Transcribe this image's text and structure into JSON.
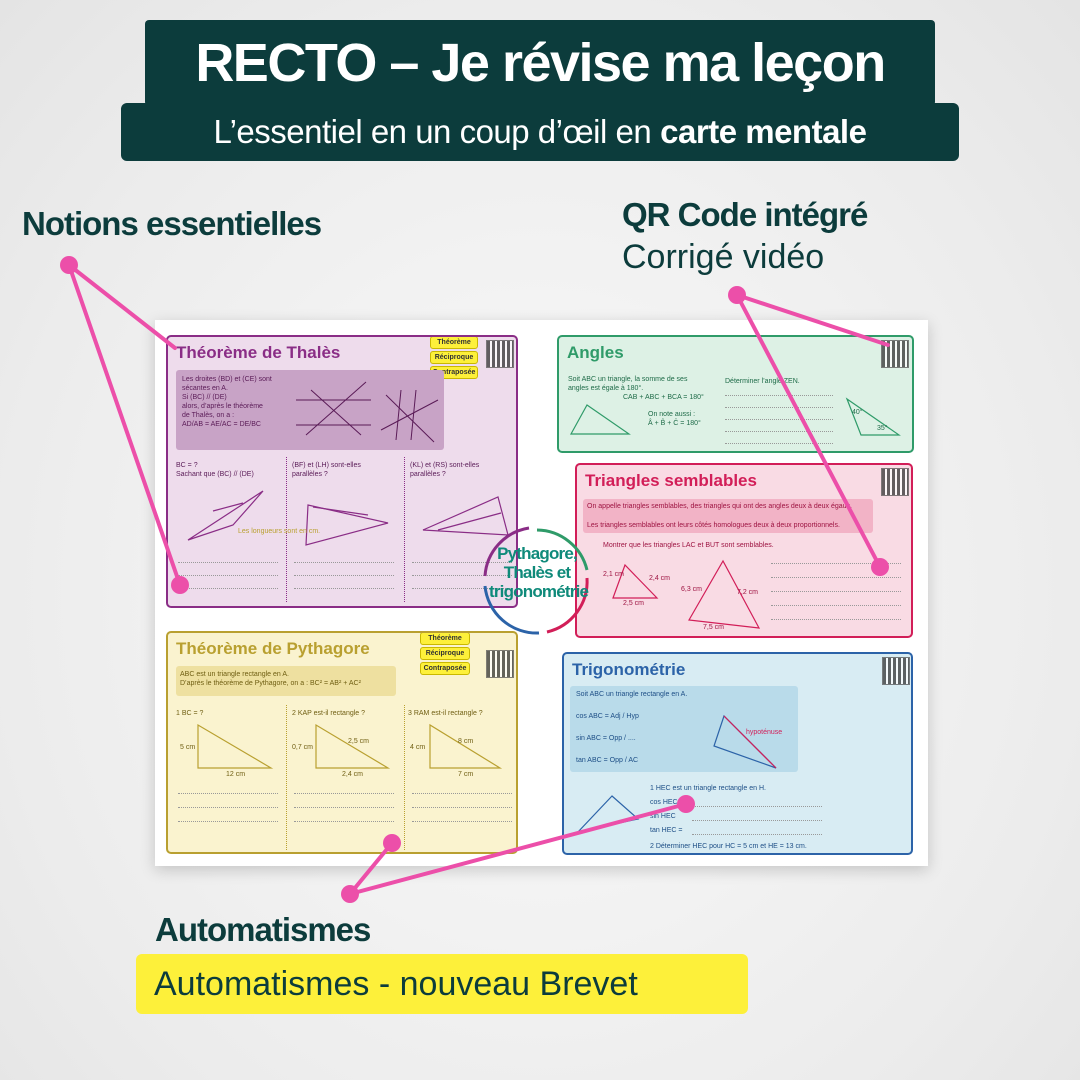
{
  "header": {
    "title": "RECTO – Je révise ma leçon",
    "subtitle_regular": "L’essentiel en un coup d’œil en",
    "subtitle_bold": "carte mentale"
  },
  "callouts": {
    "notions": {
      "title": "Notions essentielles"
    },
    "qr": {
      "title": "QR Code intégré",
      "subtitle": "Corrigé vidéo"
    },
    "automatismes": {
      "title": "Automatismes",
      "tag": "Automatismes - nouveau Brevet"
    }
  },
  "colors": {
    "dark_teal": "#0c3c3c",
    "pink_accent": "#ec4fa9",
    "yellow": "#fdf03a",
    "thales": "#8a2d86",
    "angles": "#2f9b69",
    "semblables": "#d21e58",
    "pythagore": "#b9a030",
    "trigo": "#2c63a8"
  },
  "sheet": {
    "center": "Pythagore, Thalès et trigonométrie",
    "thales": {
      "title": "Théorème de Thalès",
      "tags": [
        "Théorème",
        "Réciproque",
        "Contraposée"
      ],
      "rule": [
        "Les droites (BD) et (CE) sont",
        "sécantes en A.",
        "Si (BC) // (DE)",
        "alors, d’après le théorème",
        "de Thalès, on a :",
        "AD/AB = AE/AC = DE/BC"
      ],
      "ex1": [
        "BC = ?",
        "Sachant que (BC) // (DE)"
      ],
      "ex2": [
        "(BF) et (LH) sont-elles",
        "parallèles ?"
      ],
      "ex3": [
        "(KL) et (RS) sont-elles",
        "parallèles ?"
      ],
      "note": "Les longueurs sont en cm."
    },
    "angles": {
      "title": "Angles",
      "text": [
        "Soit ABC un triangle, la somme de ses",
        "angles est égale à 180°.",
        "CAB + ABC + BCA = 180°",
        "On note aussi :",
        "Â + B̂ + Ĉ = 180°"
      ],
      "task": "Déterminer l’angle ZEN.",
      "angle1": "40°",
      "angle2": "35°"
    },
    "semblables": {
      "title": "Triangles semblables",
      "def1": "On appelle triangles semblables, des triangles qui ont des angles deux à deux égaux.",
      "def2": "Les triangles semblables ont leurs côtés homologues deux à deux proportionnels.",
      "task": "Montrer que les triangles LAC et BUT sont semblables.",
      "lens": [
        "2,1 cm",
        "2,4 cm",
        "2,5 cm",
        "6,3 cm",
        "7,2 cm",
        "7,5 cm"
      ]
    },
    "pythagore": {
      "title": "Théorème de Pythagore",
      "tags": [
        "Théorème",
        "Réciproque",
        "Contraposée"
      ],
      "rule": [
        "ABC est un triangle rectangle en A.",
        "D’après le théorème de Pythagore, on a : BC² = AB² + AC²"
      ],
      "ex1": "1  BC = ?",
      "ex2": "2  KAP est-il rectangle ?",
      "ex3": "3  RAM est-il rectangle ?",
      "lens1": [
        "5 cm",
        "12 cm"
      ],
      "lens2": [
        "0,7 cm",
        "2,5 cm",
        "2,4 cm"
      ],
      "lens3": [
        "4 cm",
        "8 cm",
        "7 cm"
      ]
    },
    "trigo": {
      "title": "Trigonométrie",
      "intro": "Soit ABC un triangle rectangle en A.",
      "formulas": [
        "cos ABC = Adj / Hyp",
        "sin ABC = Opp / ....",
        "tan ABC = Opp / AC"
      ],
      "hyp": "hypoténuse",
      "ex1": "1  HEC est un triangle rectangle en H.",
      "lines": [
        "cos HEC",
        "sin HEC",
        "tan HEC ="
      ],
      "ex2": "2  Déterminer HEC pour HC = 5 cm et HE = 13 cm."
    }
  }
}
